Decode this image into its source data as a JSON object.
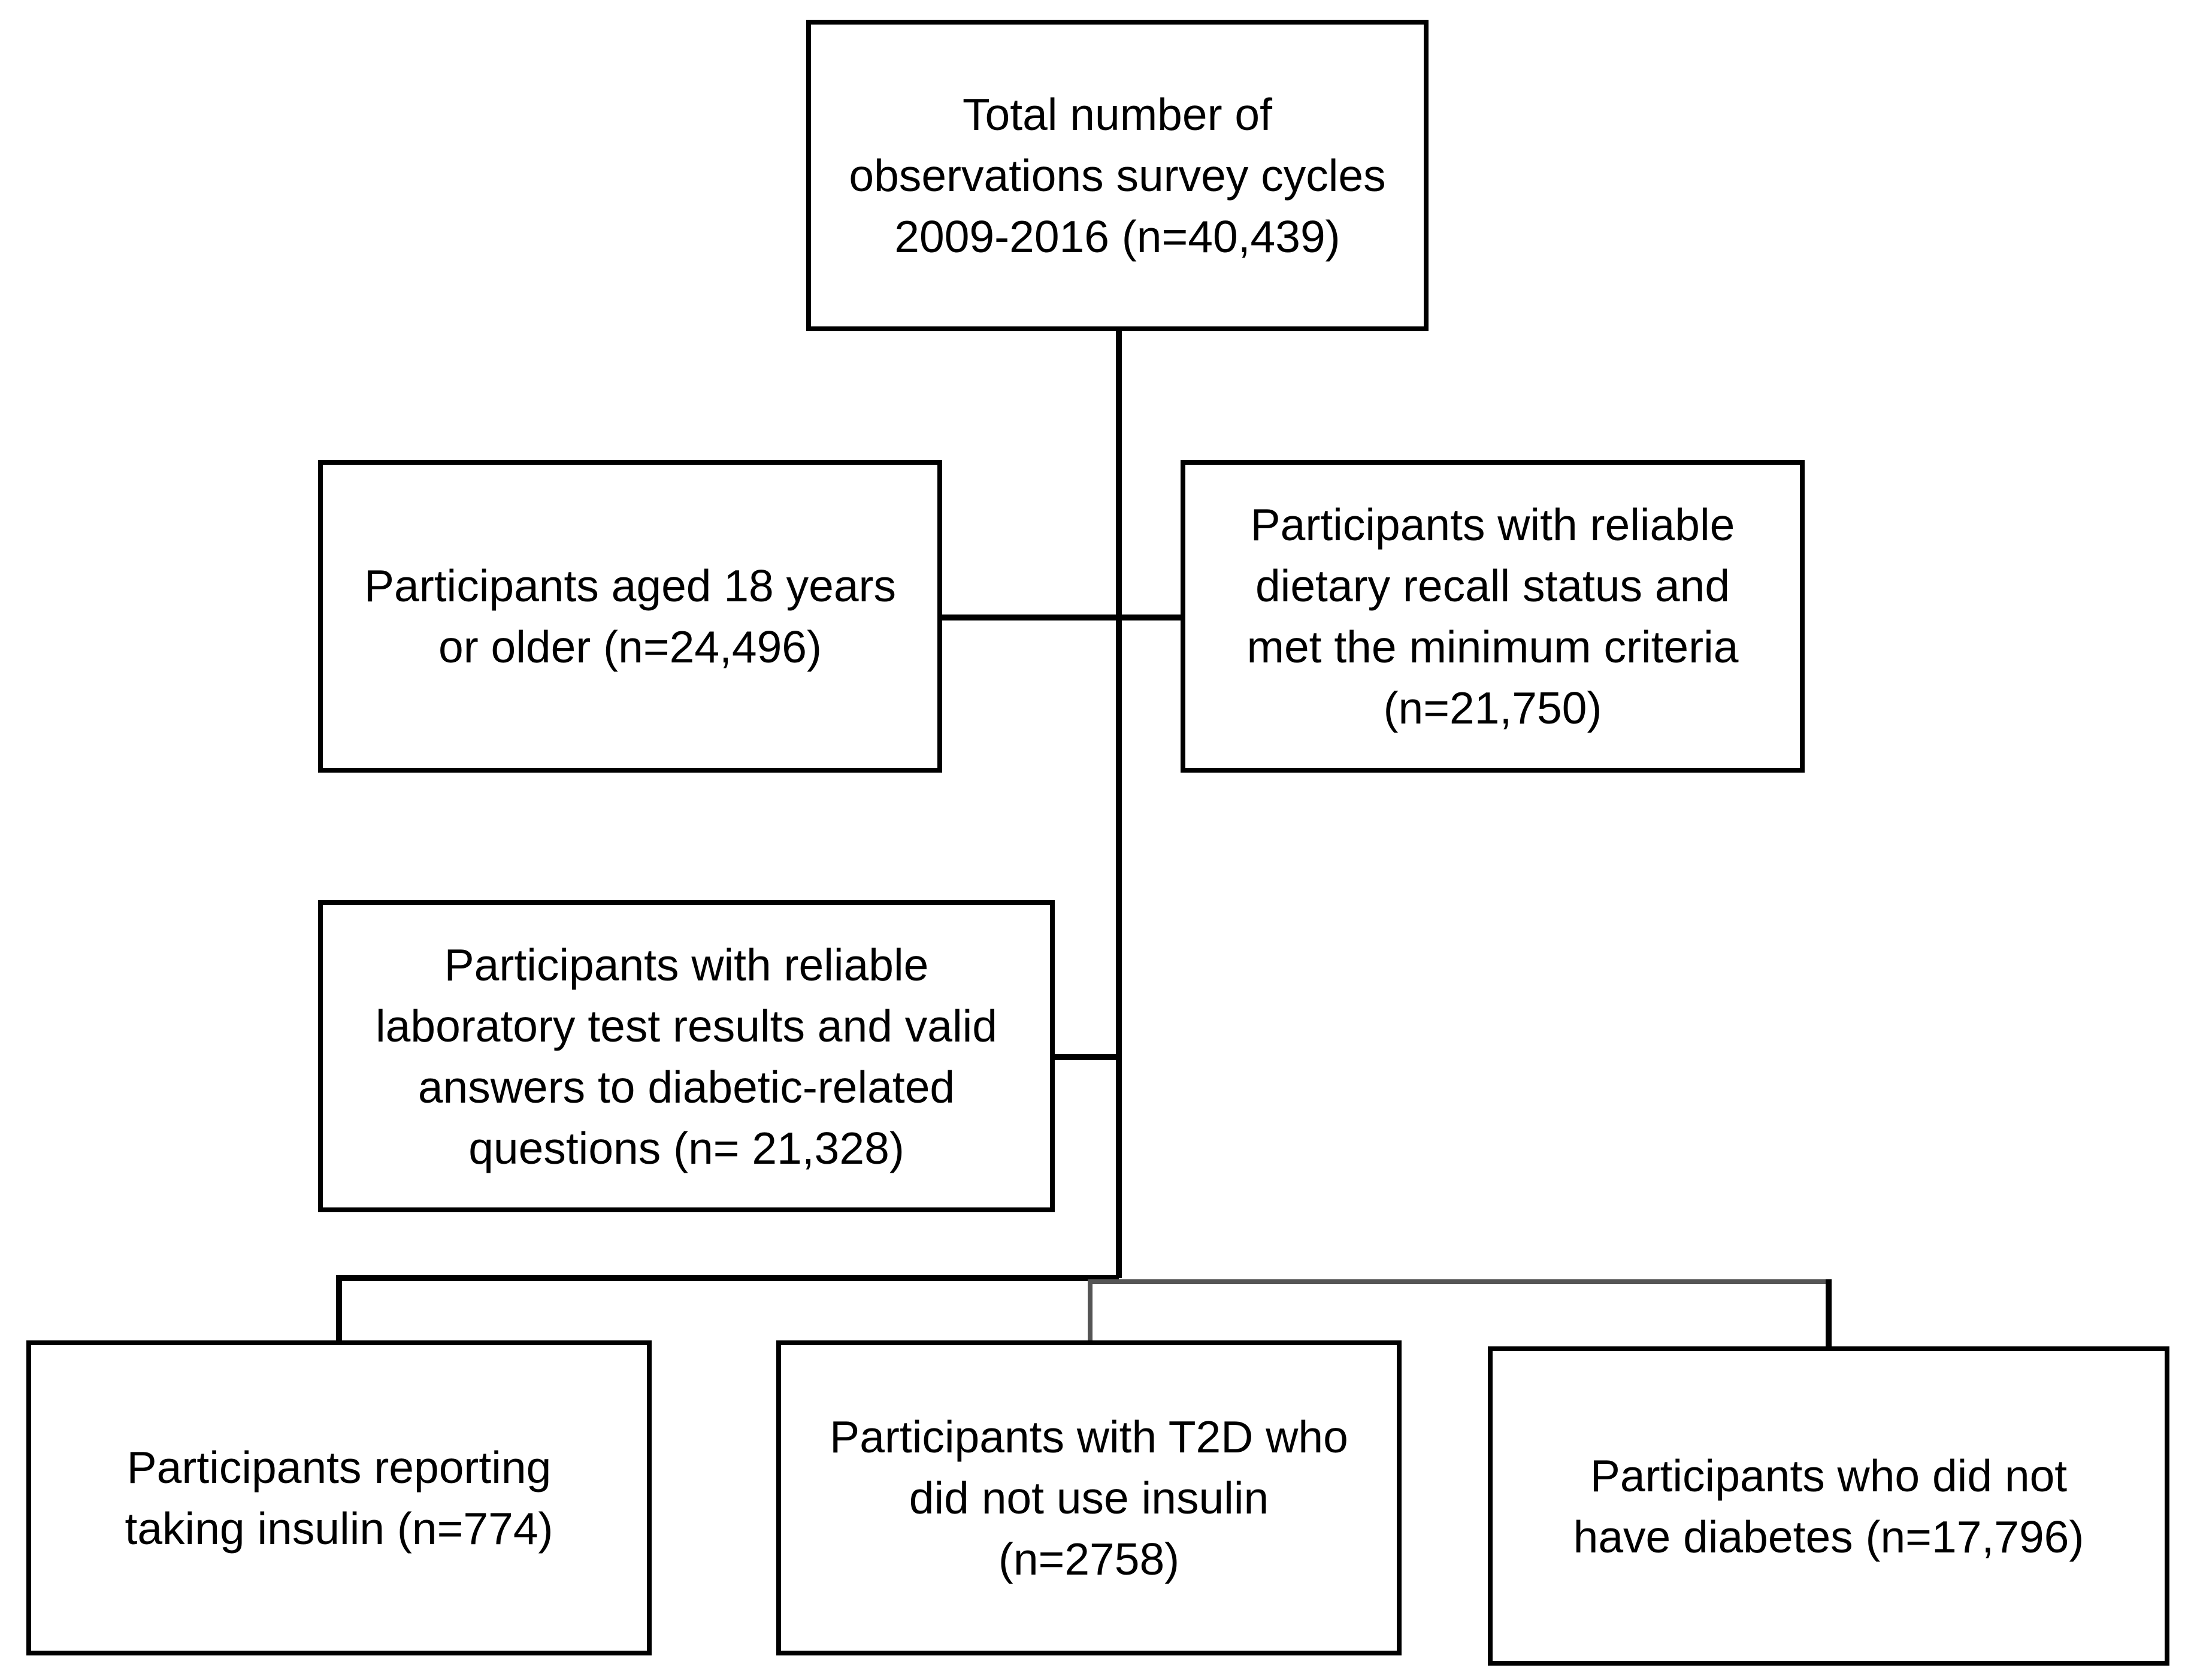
{
  "boxes": {
    "total": "Total number of\nobservations survey cycles\n2009-2016 (n=40,439)",
    "aged": "Participants aged 18 years\nor older (n=24,496)",
    "dietary": "Participants with reliable\ndietary recall status and\nmet the minimum criteria\n(n=21,750)",
    "lab": "Participants with reliable\nlaboratory test results and valid\nanswers to diabetic-related\nquestions  (n= 21,328)",
    "insulin": "Participants reporting\ntaking insulin (n=774)",
    "t2d": "Participants with T2D who\ndid not use insulin\n(n=2758)",
    "nodiab": "Participants who did not\nhave diabetes (n=17,796)"
  },
  "colors": {
    "line": "#000000",
    "line_secondary": "#555555",
    "box_border": "#000000",
    "background": "#ffffff"
  }
}
